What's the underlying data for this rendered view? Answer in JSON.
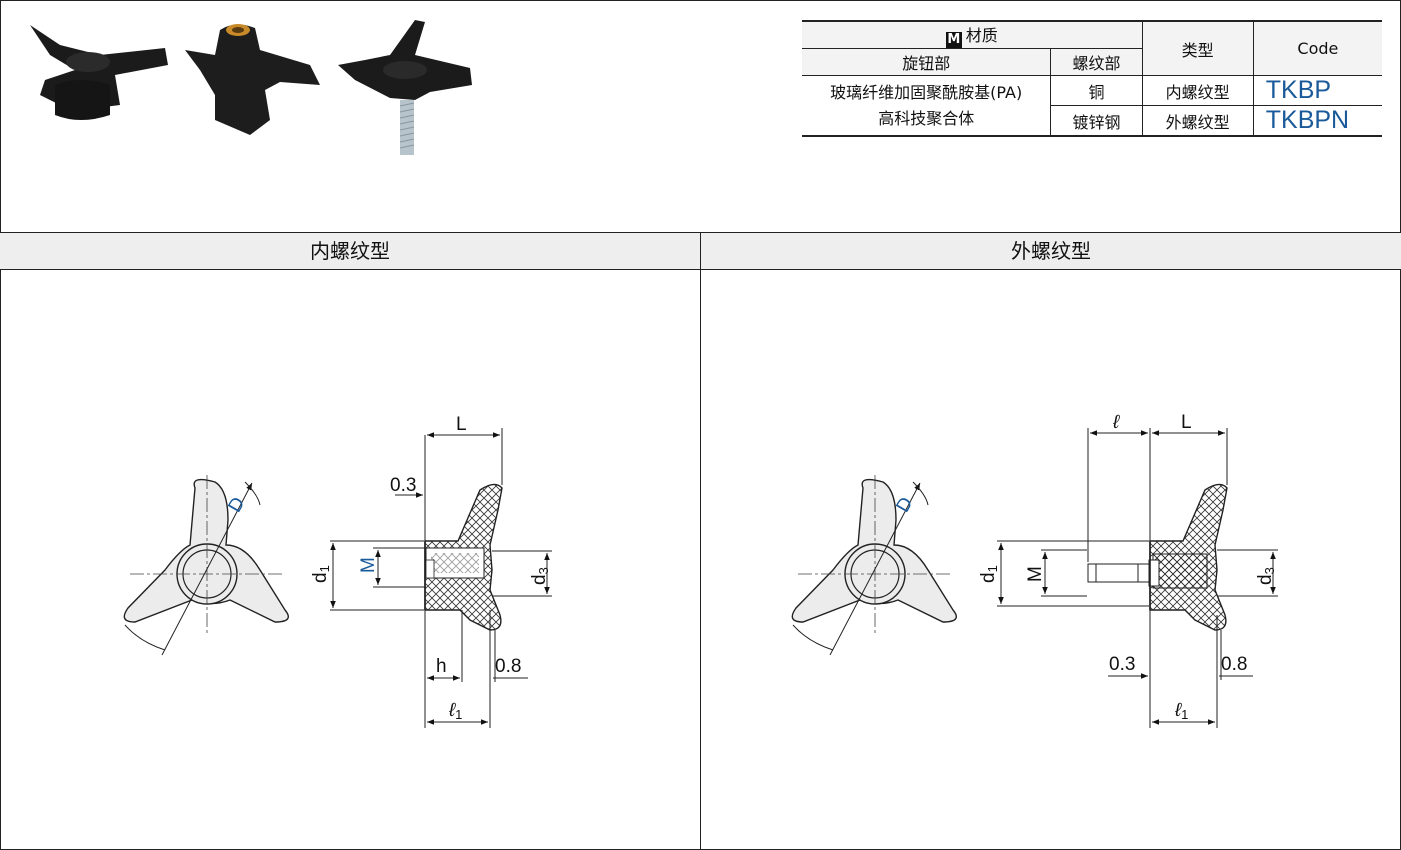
{
  "table": {
    "material_label": "材质",
    "knob_label": "旋钮部",
    "thread_label": "螺纹部",
    "type_label": "类型",
    "code_label": "Code",
    "knob_material_line1": "玻璃纤维加固聚酰胺基(PA)",
    "knob_material_line2": "高科技聚合体",
    "rows": [
      {
        "thread": "铜",
        "type": "内螺纹型",
        "code": "TKBP"
      },
      {
        "thread": "镀锌钢",
        "type": "外螺纹型",
        "code": "TKBPN"
      }
    ]
  },
  "panels": {
    "left_title": "内螺纹型",
    "right_title": "外螺纹型"
  },
  "dims": {
    "L": "L",
    "D": "D",
    "M": "M",
    "d1": "d",
    "d1_sub": "1",
    "d3": "d",
    "d3_sub": "3",
    "h": "h",
    "l": "ℓ",
    "l1": "ℓ",
    "l1_sub": "1",
    "v03": "0.3",
    "v08": "0.8"
  },
  "colors": {
    "accent": "#1a5a9a"
  }
}
